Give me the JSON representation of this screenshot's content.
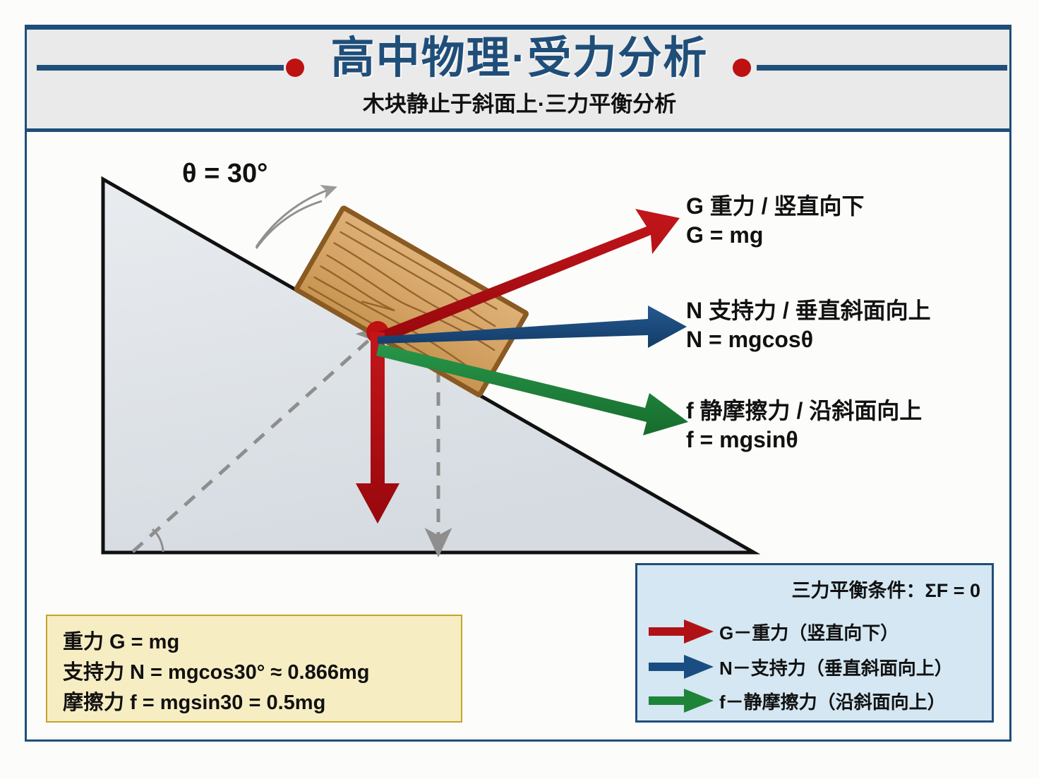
{
  "header": {
    "title": "高中物理·受力分析",
    "subtitle": "木块静止于斜面上·三力平衡分析",
    "accent_color": "#1F4E79",
    "dot_color": "#BE1111",
    "band_bg": "#EAEAEA"
  },
  "diagram": {
    "angle_label": "θ = 30°",
    "angle_value": "30",
    "incline_fill": "#DFE3E8",
    "incline_stroke": "#111111",
    "block_fill": "#D8A86A",
    "block_stroke": "#8A5A23",
    "origin_dot_color": "#BE1111",
    "dashed_color": "#8E8E8E",
    "forces": [
      {
        "symbol": "G",
        "name": "重力",
        "direction": "竖直向下",
        "label_line1": "G  重力 / 竖直向下",
        "label_line2": "G = mg",
        "color": "#B01116"
      },
      {
        "symbol": "N",
        "name": "支持力",
        "direction": "垂直斜面向上",
        "label_line1": "N  支持力 / 垂直斜面向上",
        "label_line2": "N = mgcosθ",
        "color": "#1A4D82"
      },
      {
        "symbol": "f",
        "name": "静摩擦力",
        "direction": "沿斜面向上",
        "label_line1": "f  静摩擦力 / 沿斜面向上",
        "label_line2": "f = mgsinθ",
        "color": "#1E8438"
      }
    ]
  },
  "formula_box": {
    "bg_color": "#F7EDC3",
    "border_color": "#C8A22C",
    "lines": [
      "重力 G = mg",
      "支持力 N = mgcos30° ≈ 0.866mg",
      "摩擦力 f = mgsin30 = 0.5mg"
    ]
  },
  "legend": {
    "bg_color": "#D4E7F2",
    "border_color": "#1F4E79",
    "title": "三力平衡条件：ΣF = 0",
    "items": [
      {
        "label": "G－重力（竖直向下）",
        "color": "#B01116"
      },
      {
        "label": "N－支持力（垂直斜面向上）",
        "color": "#1A4D82"
      },
      {
        "label": "f－静摩擦力（沿斜面向上）",
        "color": "#1E8438"
      }
    ]
  }
}
